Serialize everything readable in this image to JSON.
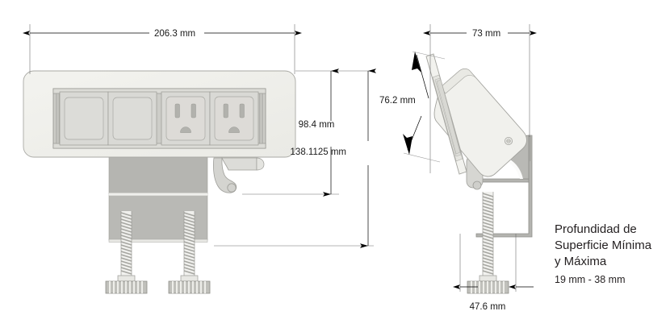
{
  "drawing": {
    "background_color": "#ffffff",
    "title": "",
    "views": [
      {
        "id": "front-view",
        "label": "front elevation"
      },
      {
        "id": "side-view",
        "label": "side elevation"
      }
    ]
  },
  "dimensions": {
    "overall_width": "206.3 mm",
    "overall_height": "98.4 mm",
    "total_height": "138.1125 mm",
    "side_depth": "73 mm",
    "face_height": "76.2 mm",
    "clamp_width": "47.6 mm"
  },
  "note": {
    "line1": "Profundidad de",
    "line2": "Superficie Mínima",
    "line3": "y Máxima",
    "value": "19 mm - 38 mm"
  },
  "colors": {
    "faceplate": "#f1f1ed",
    "body_grey": "#b4b4b0",
    "module": "#d8d8d4",
    "bezel": "#c9c9c4",
    "outline": "#8c8c88",
    "dimension": "#000000",
    "extension": "#6e6e6e",
    "text": "#231f20"
  },
  "front_view": {
    "modules": [
      {
        "index": 1,
        "type": "blank-plate"
      },
      {
        "index": 2,
        "type": "blank-plate"
      },
      {
        "index": 3,
        "type": "nema-outlet"
      },
      {
        "index": 4,
        "type": "nema-outlet"
      }
    ],
    "feet": [
      {
        "index": 1,
        "type": "knurled-thumbscrew"
      },
      {
        "index": 2,
        "type": "knurled-thumbscrew"
      }
    ]
  },
  "side_view": {
    "components": [
      {
        "name": "tilted-faceplate"
      },
      {
        "name": "housing-body"
      },
      {
        "name": "pivot-knuckle"
      },
      {
        "name": "c-clamp-bracket"
      },
      {
        "name": "clamp-thumbscrew"
      },
      {
        "name": "body-fastener"
      }
    ]
  }
}
